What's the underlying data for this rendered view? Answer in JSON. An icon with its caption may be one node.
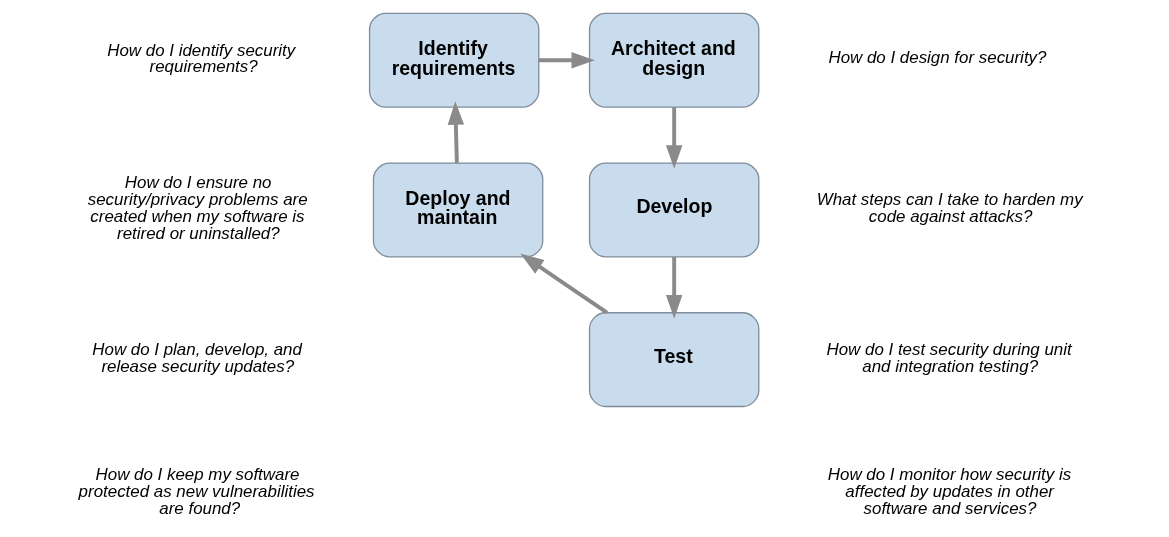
{
  "diagram": {
    "nodes": [
      {
        "text": [
          "Identify requirements"
        ]
      },
      {
        "text": [
          "Architect and design"
        ]
      },
      {
        "text": [
          "Develop"
        ]
      },
      {
        "text": [
          "Test"
        ]
      },
      {
        "text": [
          "Deploy and maintain"
        ]
      }
    ],
    "edges": [
      {
        "from": 0,
        "to": 1,
        "arrow": "to"
      },
      {
        "from": 1,
        "to": 2,
        "arrow": "to"
      },
      {
        "from": 2,
        "to": 3,
        "arrow": "to"
      },
      {
        "from": 3,
        "to": 4,
        "arrow": "to"
      },
      {
        "from": 4,
        "to": 0,
        "arrow": "to"
      }
    ],
    "labels": [
      "How do I identify security requirements?",
      "How do I design for security?",
      "How do I ensure no security/privacy problems are created when my software is retired or uninstalled?",
      "What steps can I take to harden my code against attacks?",
      "How do I test security during unit and integration testing?",
      "How do I plan, develop, and release security updates?",
      "How do I monitor how security is affected by updates in other software and services?",
      "How do I keep my software protected as new vulnerabilities are found?"
    ]
  }
}
